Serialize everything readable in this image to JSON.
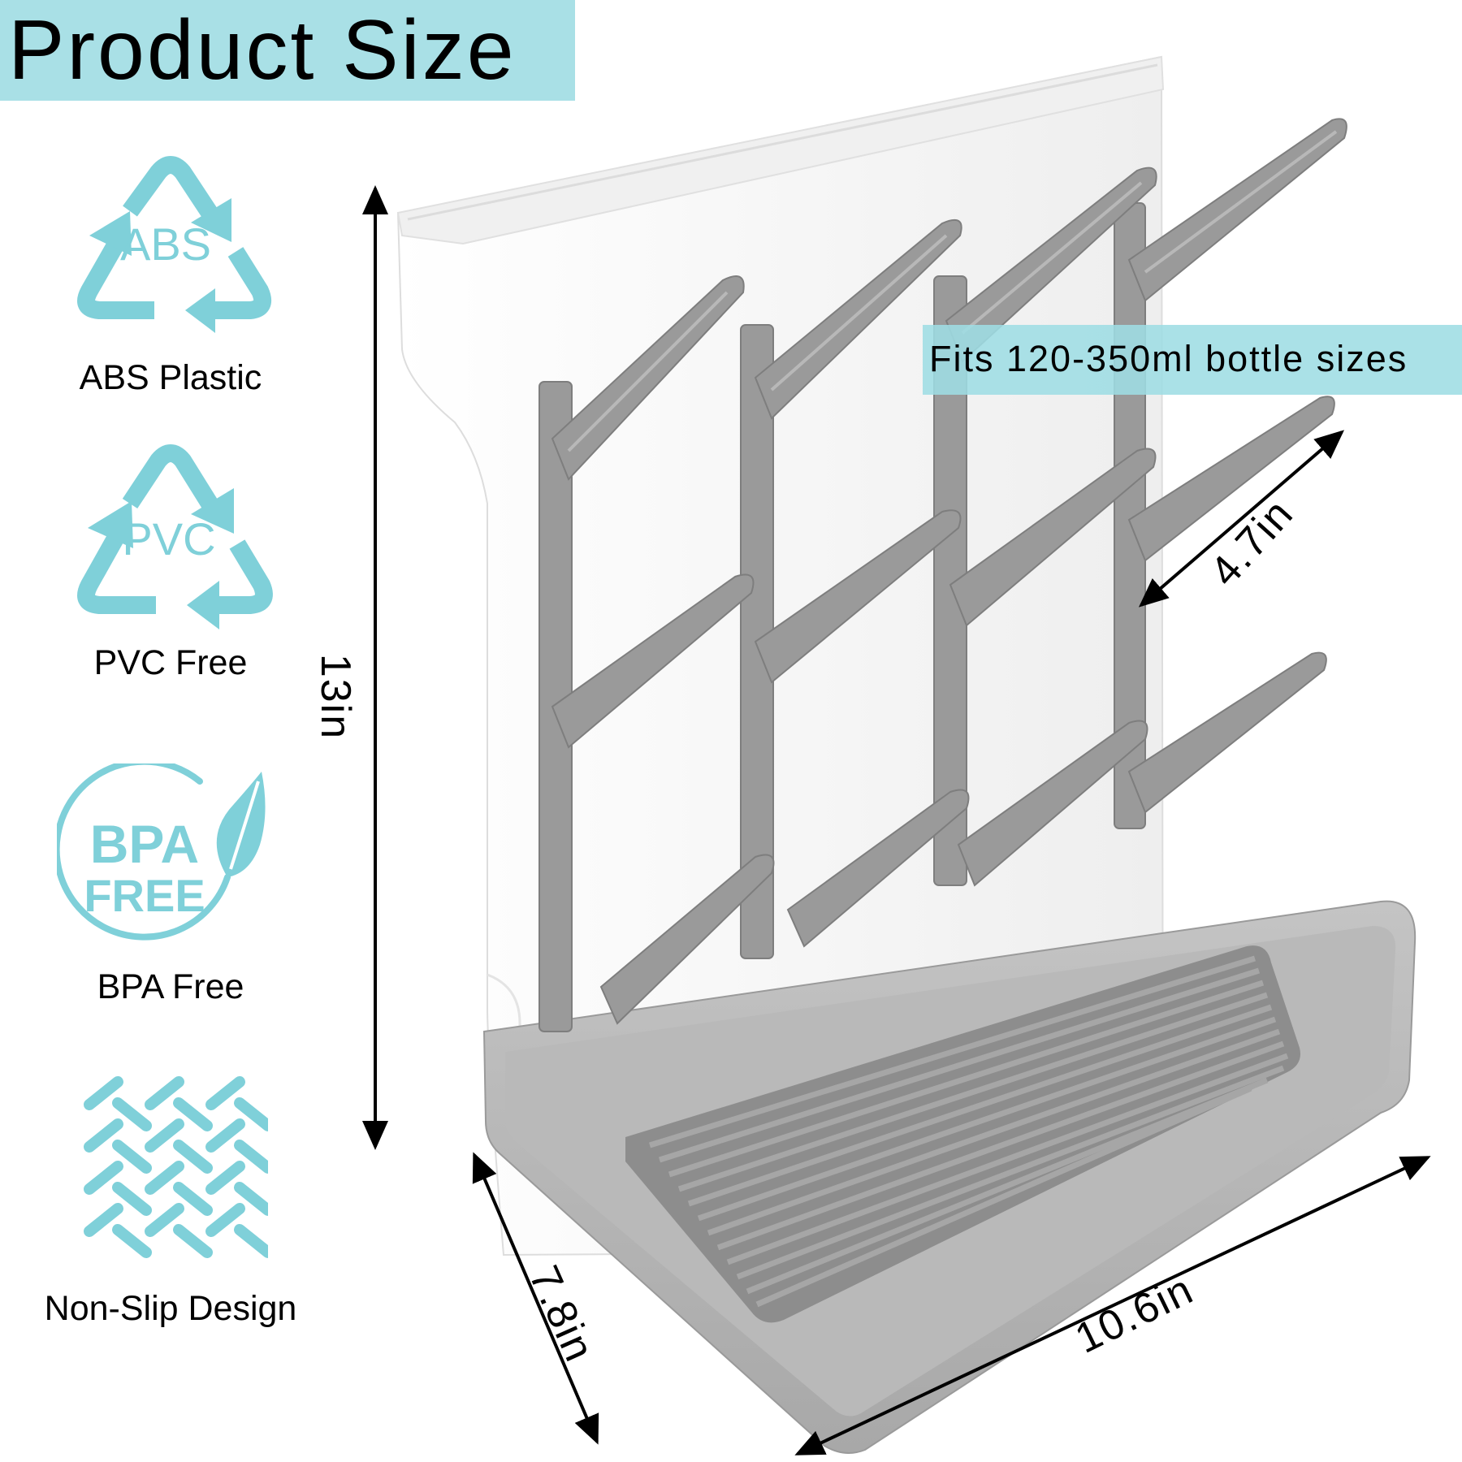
{
  "header": {
    "title": "Product Size"
  },
  "features": [
    {
      "icon": "recycle-abs-icon",
      "icon_text": "ABS",
      "label": "ABS Plastic"
    },
    {
      "icon": "recycle-pvc-icon",
      "icon_text": "PVC",
      "label": "PVC Free"
    },
    {
      "icon": "bpa-free-leaf-icon",
      "icon_text_line1": "BPA",
      "icon_text_line2": "FREE",
      "label": "BPA Free"
    },
    {
      "icon": "non-slip-pattern-icon",
      "label": "Non-Slip Design"
    }
  ],
  "callout": {
    "text": "Fits 120-350ml bottle sizes"
  },
  "dimensions": {
    "height": "13in",
    "arm_length": "4.7in",
    "depth": "7.8in",
    "width": "10.6in"
  },
  "colors": {
    "accent": "#7fd0d9",
    "banner": "#a9e0e6",
    "rack_gray": "#9a9a9a",
    "tray_gray": "#b4b4b4",
    "body_white": "#f4f4f4"
  }
}
